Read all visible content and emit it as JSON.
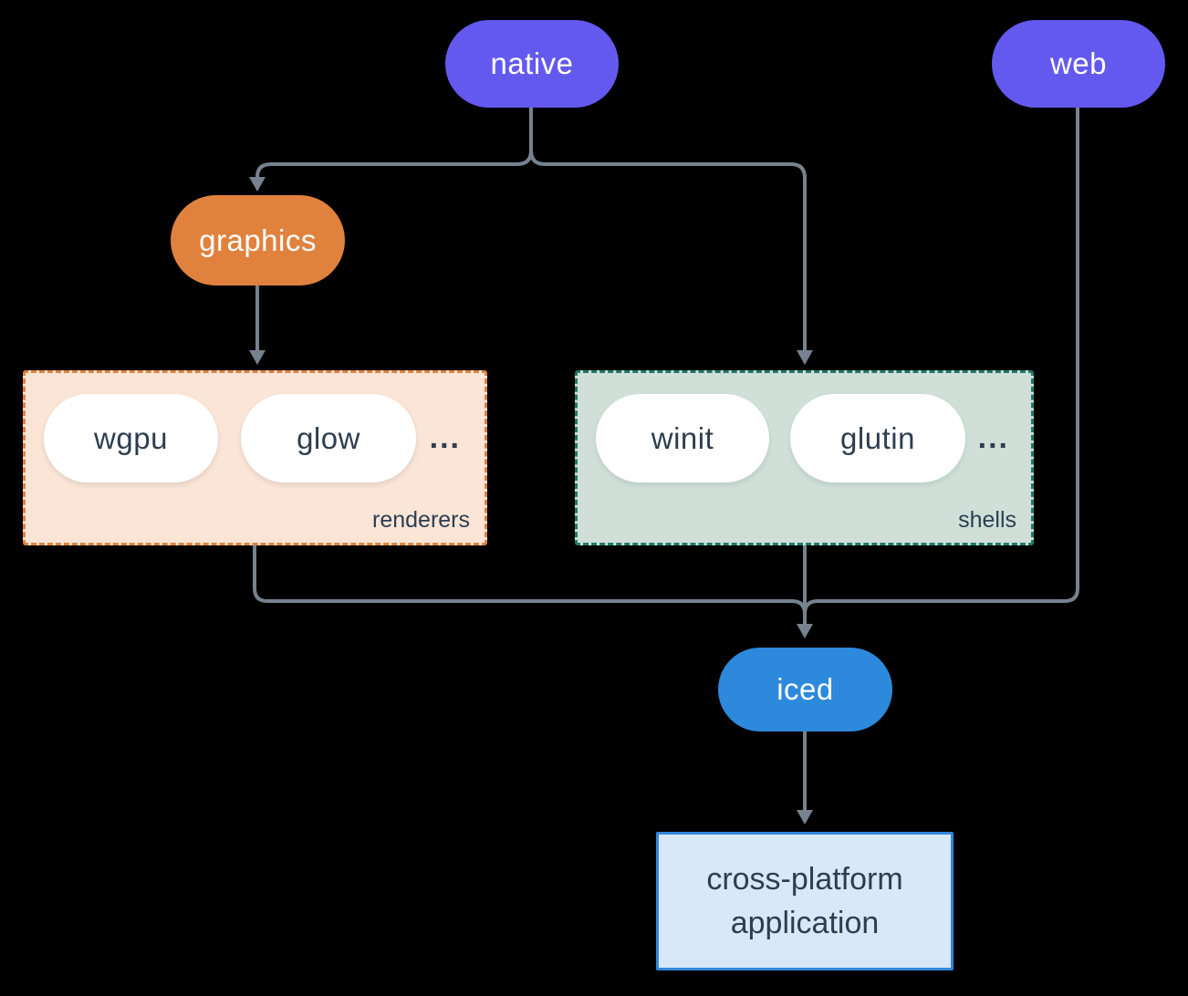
{
  "diagram": {
    "nodes": {
      "native": {
        "label": "native"
      },
      "web": {
        "label": "web"
      },
      "graphics": {
        "label": "graphics"
      },
      "wgpu": {
        "label": "wgpu"
      },
      "glow": {
        "label": "glow"
      },
      "winit": {
        "label": "winit"
      },
      "glutin": {
        "label": "glutin"
      },
      "iced": {
        "label": "iced"
      },
      "application": {
        "line1": "cross-platform",
        "line2": "application"
      }
    },
    "groups": {
      "renderers": {
        "label": "renderers",
        "ellipsis": "..."
      },
      "shells": {
        "label": "shells",
        "ellipsis": "..."
      }
    },
    "colors": {
      "background": "#000000",
      "platform": "#6459EF",
      "graphics": "#E0823D",
      "iced": "#2D89DB",
      "renderers_fill": "#FAE5D7",
      "renderers_border": "#E0823D",
      "shells_fill": "#D0E0D9",
      "shells_border": "#1E7A68",
      "application_fill": "#D8E8F8",
      "application_border": "#3187DB",
      "connector": "#76828F",
      "node_text": "#2D3E50"
    }
  }
}
